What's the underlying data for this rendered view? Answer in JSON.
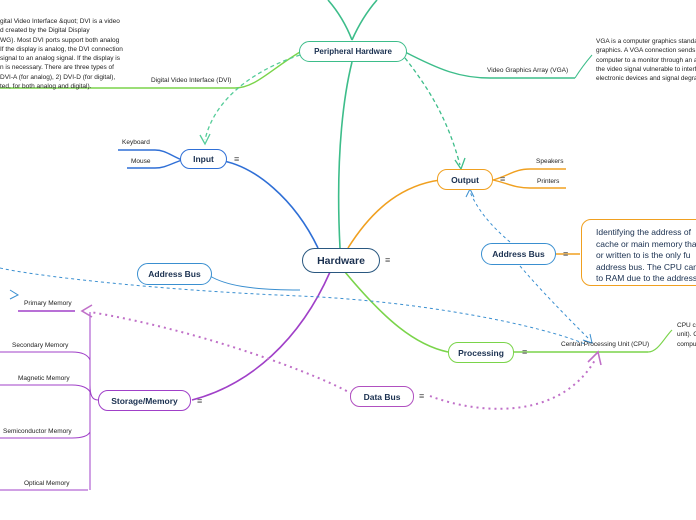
{
  "central": {
    "label": "Hardware"
  },
  "topics": {
    "peripheral": {
      "label": "Peripheral Hardware"
    },
    "input": {
      "label": "Input"
    },
    "output": {
      "label": "Output"
    },
    "address_bus_right": {
      "label": "Address Bus"
    },
    "address_bus_left": {
      "label": "Address Bus"
    },
    "processing": {
      "label": "Processing"
    },
    "storage": {
      "label": "Storage/Memory"
    },
    "data_bus": {
      "label": "Data  Bus"
    }
  },
  "subtopics": {
    "keyboard": "Keyboard",
    "mouse": "Mouse",
    "speakers": "Speakers",
    "printers": "Printers",
    "dvi": "Digital Video Interface (DVI)",
    "vga": "Video Graphics Array (VGA)",
    "cpu": "Central Processing Unit (CPU)",
    "primary_memory": "Primary Memory",
    "secondary_memory": "Secondary Memory",
    "magnetic_memory": "Magnetic Memory",
    "semiconductor_memory": "Semiconductor Memory",
    "optical_memory": "Optical Memory"
  },
  "notes": {
    "dvi_note": "gital Video Interface &quot; DVI is a video\nd created by the Digital Display\nWG). Most DVI ports support both analog\nIf the display is analog, the DVI connection\nsignal to an analog signal. If the display is\nn is necessary. There are three types of\nDVI-A (for analog), 2) DVI-D (for digital),\nted, for both analog and digital).",
    "vga_note": "VGA is a computer graphics standard\ngraphics. A VGA connection sends vi\ncomputer to a monitor through an a\nthe video signal vulnerable to interfe\nelectronic devices and signal degrad",
    "address_bus_note": "Identifying the address of\ncache or main memory tha\nor written to is the only fu\naddress bus. The CPU can\nto RAM due to the address",
    "cpu_note": "CPU co\nunit). C\ncompu"
  },
  "menu_icon": "≡",
  "colors": {
    "peripheral": "#3dbd8a",
    "input": "#2f6fd6",
    "output": "#f0a020",
    "address_bus": "#3a8fd0",
    "processing": "#7ad44a",
    "storage": "#a040c8",
    "data_bus": "#b050c0",
    "central": "#2a5880",
    "crosslink_input": "#55cc99",
    "crosslink_data": "#c070c8"
  }
}
